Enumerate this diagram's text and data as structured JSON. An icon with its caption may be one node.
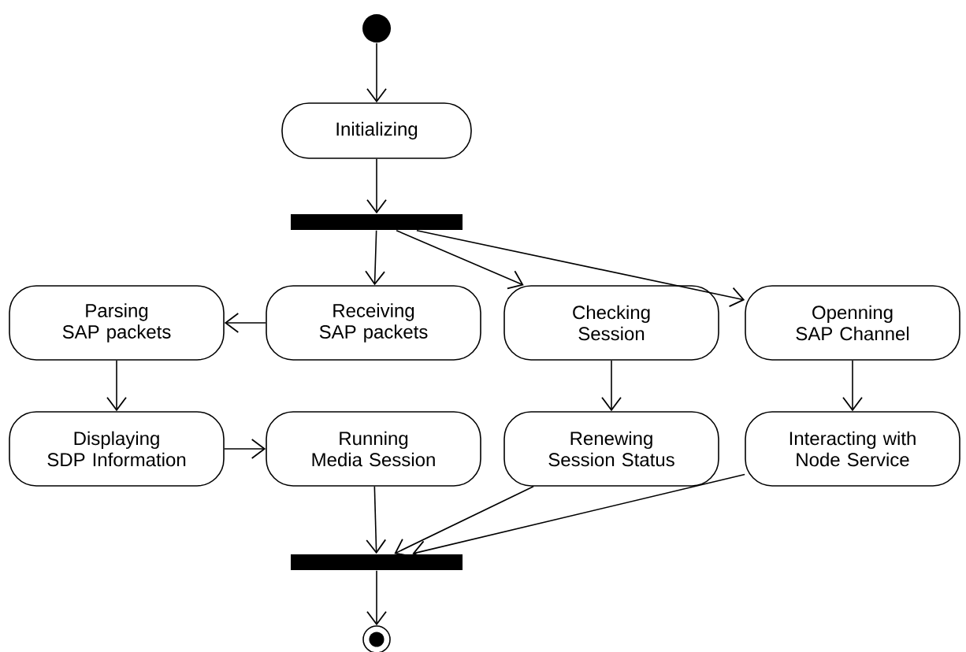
{
  "diagram": {
    "nodes": [
      {
        "text": [],
        "shape": "circle"
      },
      {
        "text": [
          "Initializing"
        ]
      },
      {
        "text": [],
        "shape": "bar"
      },
      {
        "text": [
          "Parsing SAP packets"
        ]
      },
      {
        "text": [
          "Receiving SAP packets"
        ]
      },
      {
        "text": [
          "Checking Session"
        ]
      },
      {
        "text": [
          "Openning SAP Channel"
        ]
      },
      {
        "text": [
          "Displaying SDP Information"
        ]
      },
      {
        "text": [
          "Running Media Session"
        ]
      },
      {
        "text": [
          "Renewing Session Status"
        ]
      },
      {
        "text": [
          "Interacting with Node Service"
        ]
      },
      {
        "text": [],
        "shape": "bar"
      },
      {
        "text": [],
        "shape": "circle"
      }
    ],
    "edges": [
      {
        "from": 0,
        "to": 1,
        "arrow": "to"
      },
      {
        "from": 1,
        "to": 2,
        "arrow": "to"
      },
      {
        "from": 2,
        "to": 4,
        "arrow": "to"
      },
      {
        "from": 2,
        "to": 5,
        "arrow": "to"
      },
      {
        "from": 2,
        "to": 6,
        "arrow": "to"
      },
      {
        "from": 4,
        "to": 3,
        "arrow": "to"
      },
      {
        "from": 3,
        "to": 7,
        "arrow": "to"
      },
      {
        "from": 7,
        "to": 8,
        "arrow": "to"
      },
      {
        "from": 5,
        "to": 9,
        "arrow": "to"
      },
      {
        "from": 6,
        "to": 10,
        "arrow": "to"
      },
      {
        "from": 8,
        "to": 11,
        "arrow": "to"
      },
      {
        "from": 9,
        "to": 11,
        "arrow": "to"
      },
      {
        "from": 10,
        "to": 11,
        "arrow": "to"
      },
      {
        "from": 11,
        "to": 12,
        "arrow": "to"
      }
    ]
  }
}
